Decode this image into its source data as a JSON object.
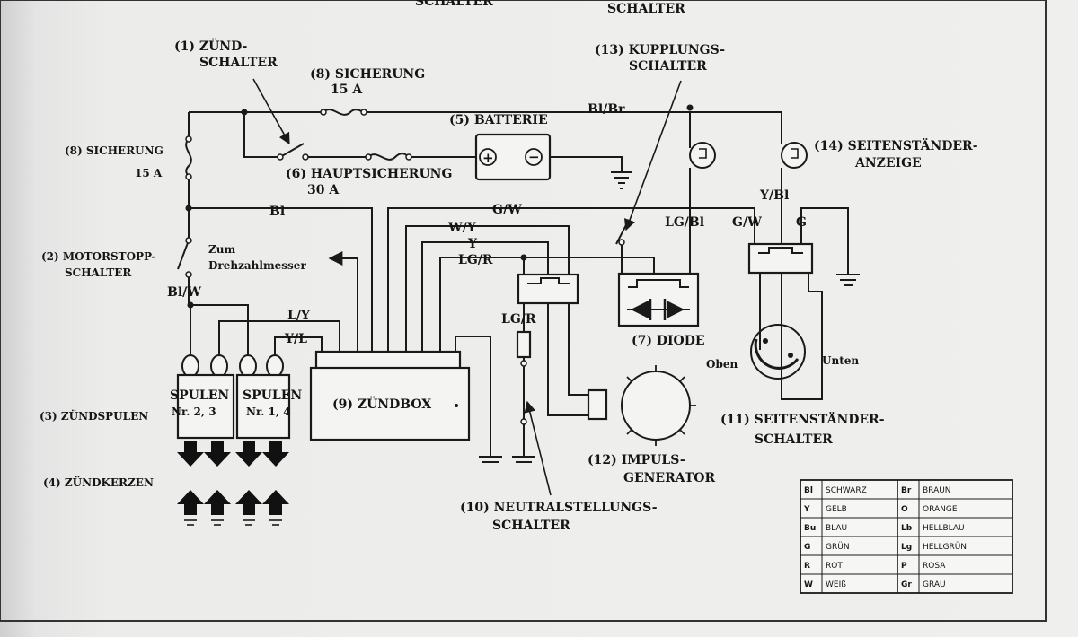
{
  "labels": {
    "top_left_cut": "SCHALTER",
    "top_right_cut": "SCHALTER",
    "zuendschalter_1": "(1) ZÜND-",
    "zuendschalter_2": "SCHALTER",
    "sicherung8_1": "(8) SICHERUNG",
    "sicherung8_2": "15 A",
    "sicherung8left_1": "(8) SICHERUNG",
    "sicherung8left_2": "15 A",
    "batterie": "(5) BATTERIE",
    "hauptsicherung_1": "(6) HAUPTSICHERUNG",
    "hauptsicherung_2": "30 A",
    "kupplung_1": "(13) KUPPLUNGS-",
    "kupplung_2": "SCHALTER",
    "seitenanzeige_1": "(14) SEITENSTÄNDER-",
    "seitenanzeige_2": "ANZEIGE",
    "motorstopp_1": "(2) MOTORSTOPP-",
    "motorstopp_2": "SCHALTER",
    "drehzahl_1": "Zum",
    "drehzahl_2": "Drehzahlmesser",
    "diode": "(7) DIODE",
    "zuendbox": "(9) ZÜNDBOX",
    "spulen23_1": "SPULEN",
    "spulen23_2": "Nr. 2, 3",
    "spulen14_1": "SPULEN",
    "spulen14_2": "Nr. 1, 4",
    "zuendspulen": "(3) ZÜNDSPULEN",
    "zuendkerzen": "(4) ZÜNDKERZEN",
    "impuls_1": "(12) IMPULS-",
    "impuls_2": "GENERATOR",
    "neutral_1": "(10) NEUTRALSTELLUNGS-",
    "neutral_2": "SCHALTER",
    "seitenschalter_1": "(11) SEITENSTÄNDER-",
    "seitenschalter_2": "SCHALTER",
    "oben": "Oben",
    "unten": "Unten"
  },
  "wires": {
    "bl_br": "Bl/Br",
    "bl": "Bl",
    "g_w_top": "G/W",
    "w_y": "W/Y",
    "y": "Y",
    "lg_r_top": "LG/R",
    "lg_bl": "LG/Bl",
    "g_w_right": "G/W",
    "g": "G",
    "y_bl": "Y/Bl",
    "bl_w": "Bl/W",
    "l_y": "L/Y",
    "y_l": "Y/L",
    "lg_r_low": "LG/R"
  },
  "legend": [
    {
      "code1": "Bl",
      "name1": "SCHWARZ",
      "code2": "Br",
      "name2": "BRAUN"
    },
    {
      "code1": "Y",
      "name1": "GELB",
      "code2": "O",
      "name2": "ORANGE"
    },
    {
      "code1": "Bu",
      "name1": "BLAU",
      "code2": "Lb",
      "name2": "HELLBLAU"
    },
    {
      "code1": "G",
      "name1": "GRÜN",
      "code2": "Lg",
      "name2": "HELLGRÜN"
    },
    {
      "code1": "R",
      "name1": "ROT",
      "code2": "P",
      "name2": "ROSA"
    },
    {
      "code1": "W",
      "name1": "WEIß",
      "code2": "Gr",
      "name2": "GRAU"
    }
  ]
}
